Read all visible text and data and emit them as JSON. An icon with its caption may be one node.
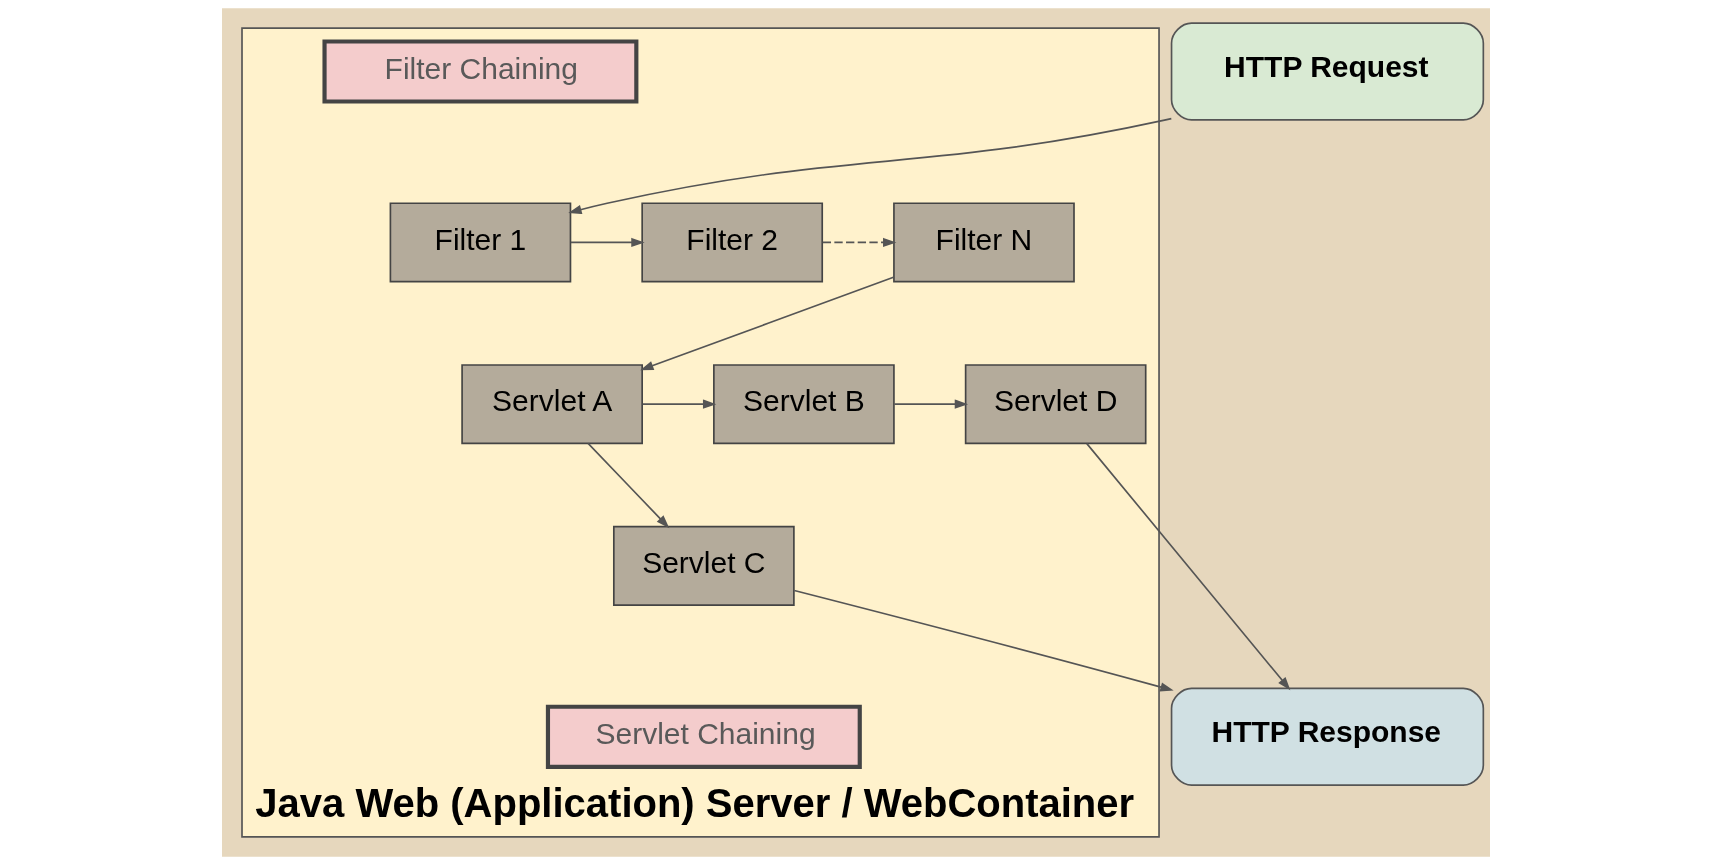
{
  "diagram": {
    "nodes": [
      {
        "text": [
          "HTTP Request"
        ]
      },
      {
        "text": [
          "Java Web (Application) Server / WebContainer"
        ]
      },
      {
        "text": [
          "Filter Chaining"
        ],
        "in": 1
      },
      {
        "text": [
          "Filter 1"
        ],
        "in": 1
      },
      {
        "text": [
          "Filter 2"
        ],
        "in": 1
      },
      {
        "text": [
          "Filter N"
        ],
        "in": 1
      },
      {
        "text": [
          "Servlet D"
        ],
        "in": 1
      },
      {
        "text": [
          "Servlet B"
        ],
        "in": 1
      },
      {
        "text": [
          "Servlet A"
        ],
        "in": 1
      },
      {
        "text": [
          "Servlet C"
        ],
        "in": 1
      },
      {
        "text": [
          "Servlet Chaining"
        ],
        "in": 1
      },
      {
        "text": [
          "HTTP Response"
        ]
      }
    ],
    "edges": [
      {
        "from": 0,
        "to": 3,
        "arrow": "to"
      },
      {
        "from": 3,
        "to": 4,
        "arrow": "to"
      },
      {
        "from": 4,
        "to": 5,
        "arrow": "to",
        "style": "dashed"
      },
      {
        "from": 5,
        "to": 8,
        "arrow": "to"
      },
      {
        "from": 8,
        "to": 7,
        "arrow": "to"
      },
      {
        "from": 7,
        "to": 6,
        "arrow": "to"
      },
      {
        "from": 8,
        "to": 9,
        "arrow": "to"
      },
      {
        "from": 6,
        "to": 11,
        "arrow": "to"
      },
      {
        "from": 9,
        "to": 11,
        "arrow": "to"
      }
    ]
  }
}
